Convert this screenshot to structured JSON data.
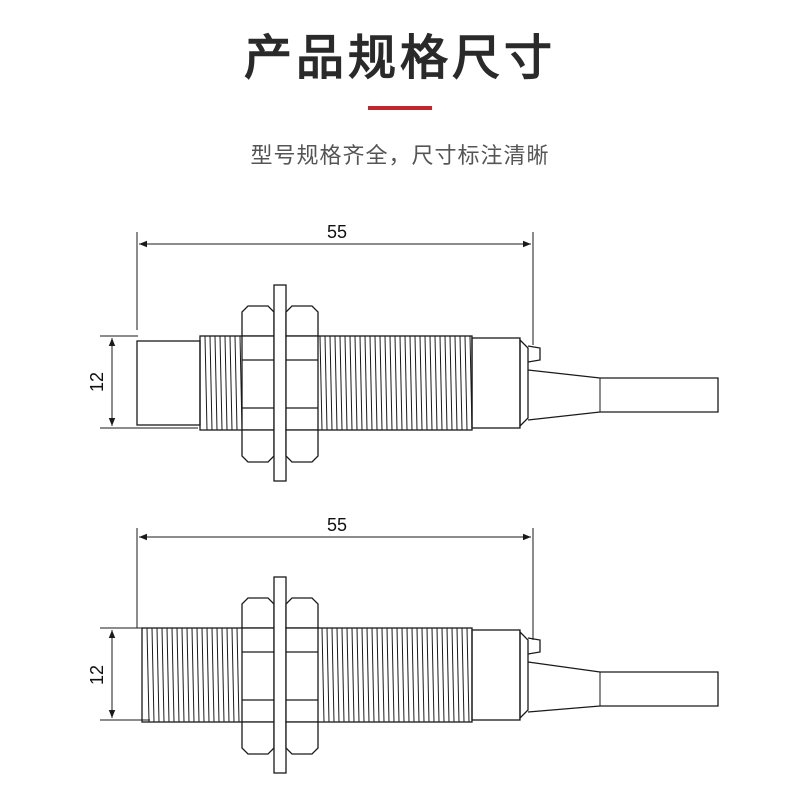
{
  "header": {
    "title": "产品规格尺寸",
    "subtitle": "型号规格齐全，尺寸标注清晰",
    "accent_color": "#c0272d"
  },
  "diagrams": [
    {
      "name": "sensor-shielded",
      "length_label": "55",
      "diameter_label": "12"
    },
    {
      "name": "sensor-unshielded",
      "length_label": "55",
      "diameter_label": "12"
    }
  ],
  "colors": {
    "line": "#1a1a1a",
    "background": "#ffffff"
  }
}
